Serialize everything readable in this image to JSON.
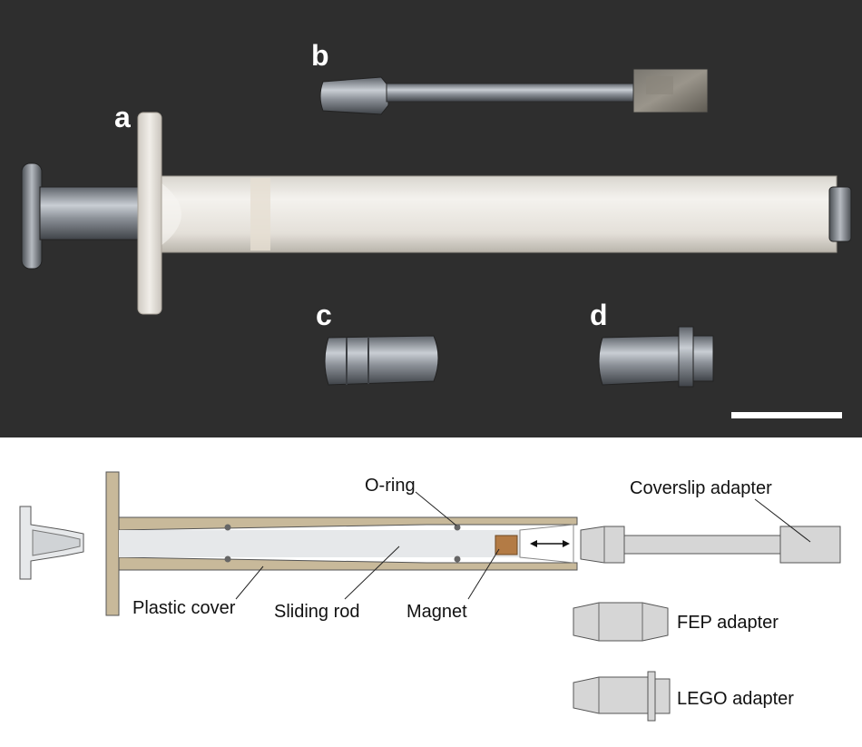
{
  "photo": {
    "panel_letters": {
      "a": "a",
      "b": "b",
      "c": "c",
      "d": "d"
    },
    "background_color": "#2e2e2e",
    "scale_bar_color": "#ffffff"
  },
  "schematic": {
    "labels": {
      "o_ring": "O-ring",
      "coverslip_adapter": "Coverslip adapter",
      "plastic_cover": "Plastic cover",
      "sliding_rod": "Sliding rod",
      "magnet": "Magnet",
      "fep_adapter": "FEP adapter",
      "lego_adapter": "LEGO adapter"
    },
    "colors": {
      "plastic_cover": "#c8b99a",
      "parts_gray": "#d6d6d6",
      "rod_light": "#e6e8ea",
      "magnet": "#b37b45"
    }
  }
}
